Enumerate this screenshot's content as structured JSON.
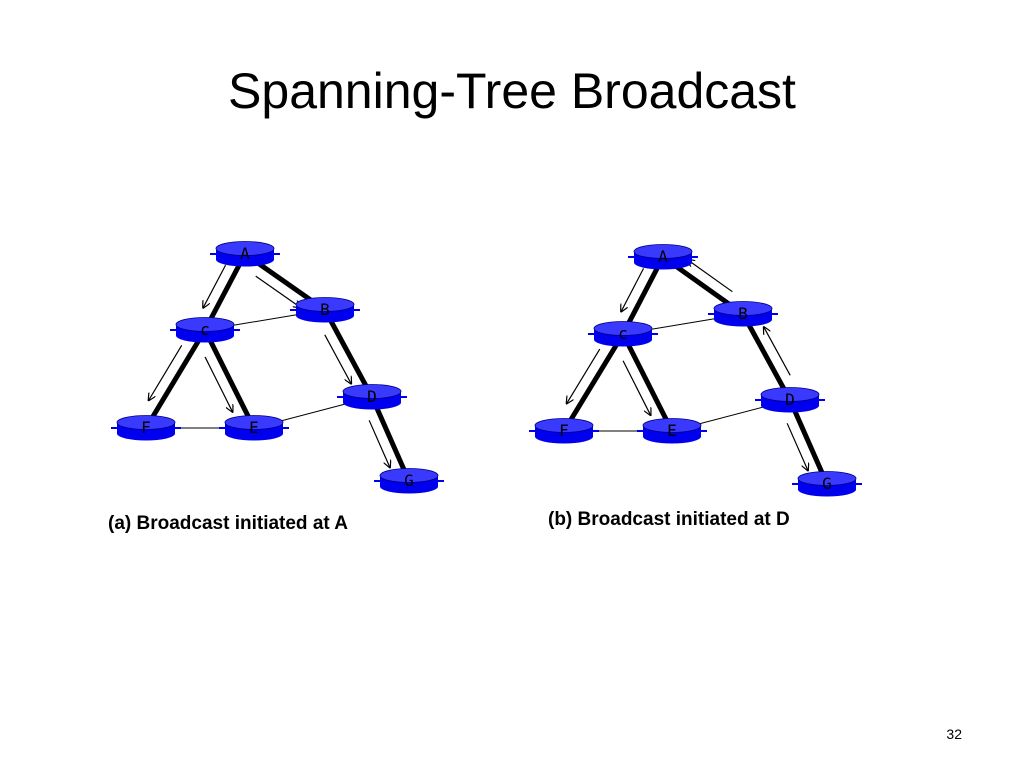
{
  "slide": {
    "title": "Spanning-Tree Broadcast",
    "page_number": "32"
  },
  "diagrams": [
    {
      "id": "a",
      "caption": "(a) Broadcast initiated at A",
      "nodes": [
        "A",
        "B",
        "c",
        "D",
        "F",
        "E",
        "G"
      ],
      "tree_links": [
        [
          "A",
          "c"
        ],
        [
          "A",
          "B"
        ],
        [
          "B",
          "D"
        ],
        [
          "D",
          "G"
        ],
        [
          "c",
          "F"
        ],
        [
          "c",
          "E"
        ]
      ],
      "other_links": [
        [
          "c",
          "B"
        ],
        [
          "F",
          "E"
        ],
        [
          "E",
          "D"
        ]
      ],
      "messages": [
        [
          "A",
          "c"
        ],
        [
          "A",
          "B"
        ],
        [
          "B",
          "D"
        ],
        [
          "D",
          "G"
        ],
        [
          "c",
          "F"
        ],
        [
          "c",
          "E"
        ]
      ]
    },
    {
      "id": "b",
      "caption": "(b) Broadcast initiated at D",
      "nodes": [
        "A",
        "B",
        "c",
        "D",
        "F",
        "E",
        "G"
      ],
      "tree_links": [
        [
          "A",
          "c"
        ],
        [
          "A",
          "B"
        ],
        [
          "B",
          "D"
        ],
        [
          "D",
          "G"
        ],
        [
          "c",
          "F"
        ],
        [
          "c",
          "E"
        ]
      ],
      "other_links": [
        [
          "c",
          "B"
        ],
        [
          "F",
          "E"
        ],
        [
          "E",
          "D"
        ]
      ],
      "messages": [
        [
          "B",
          "A"
        ],
        [
          "D",
          "B"
        ],
        [
          "D",
          "G"
        ],
        [
          "A",
          "c"
        ],
        [
          "c",
          "F"
        ],
        [
          "c",
          "E"
        ]
      ]
    }
  ],
  "colors": {
    "router_fill": "#0000ee",
    "router_top": "#3a3aff",
    "link": "#000000"
  }
}
